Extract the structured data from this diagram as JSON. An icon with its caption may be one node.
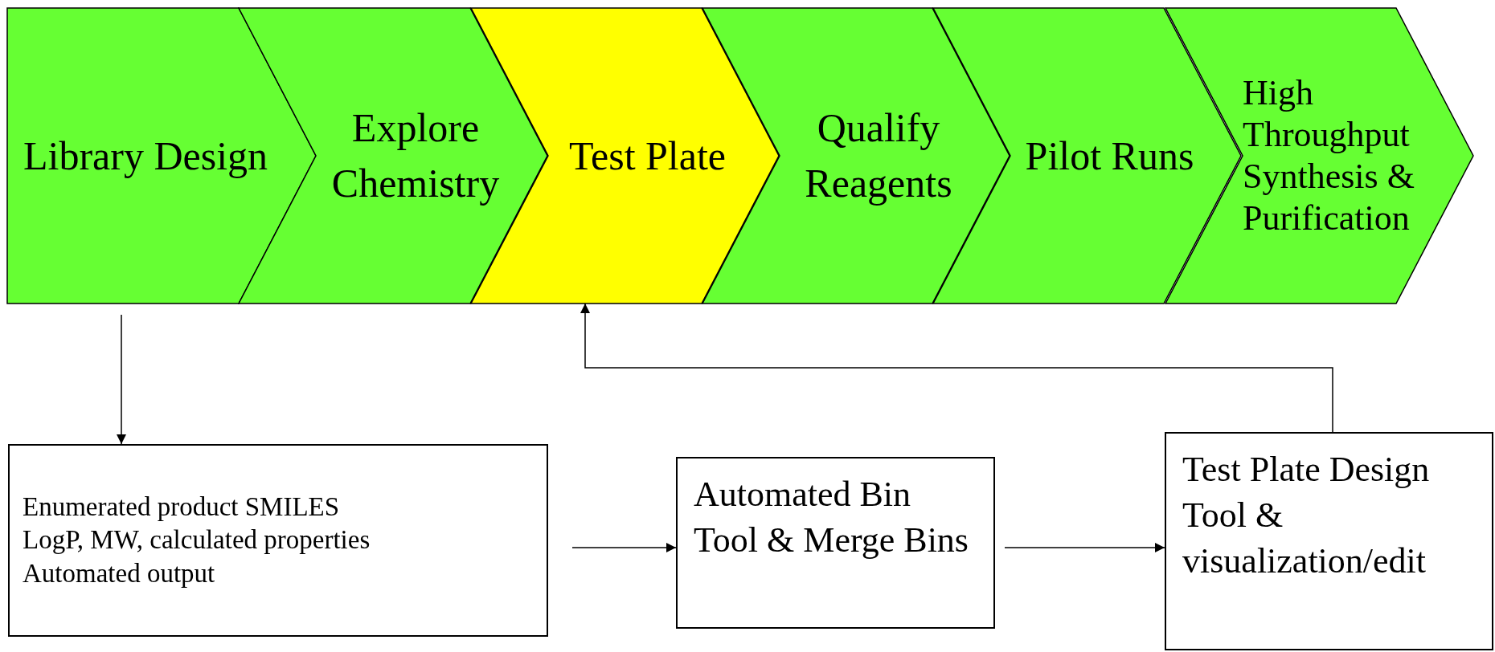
{
  "diagram": {
    "nodes": [
      {
        "text": [
          "Library Design"
        ]
      },
      {
        "text": [
          "Explore Chemistry"
        ]
      },
      {
        "text": [
          "Test Plate"
        ]
      },
      {
        "text": [
          "Qualify Reagents"
        ]
      },
      {
        "text": [
          "Pilot Runs"
        ]
      },
      {
        "text": [
          "High Throughput Synthesis & Purification"
        ]
      },
      {
        "text": [
          "Enumerated product SMILES",
          "LogP, MW, calculated properties",
          "Automated output"
        ]
      },
      {
        "text": [
          "Automated Bin Tool & Merge Bins"
        ]
      },
      {
        "text": [
          "Test Plate Design Tool & visualization/edit"
        ]
      }
    ],
    "edges": [
      {
        "from": 0,
        "to": 6,
        "arrow": "to"
      },
      {
        "from": 6,
        "to": 7,
        "arrow": "to"
      },
      {
        "from": 7,
        "to": 8,
        "arrow": "to"
      },
      {
        "from": 8,
        "to": 2,
        "arrow": "to"
      }
    ]
  }
}
